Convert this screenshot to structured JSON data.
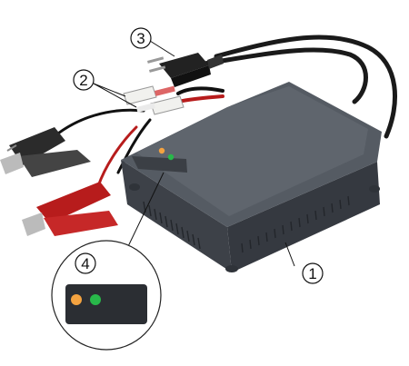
{
  "callouts": {
    "charger": "1",
    "connector": "2",
    "mains_plug": "3",
    "leds": "4"
  },
  "components": {
    "charger_body": "charger-housing",
    "mains_plug": "mains-plug-icon",
    "connector": "connector-icon",
    "clamp_black": "battery-clamp-black",
    "clamp_red": "battery-clamp-red",
    "led_panel": "led-indicator-panel"
  },
  "colors": {
    "housing": "#4a4f57",
    "housing_top": "#5a6068",
    "housing_dark": "#2f3339",
    "cable": "#1a1a1a",
    "red_clamp": "#c62828",
    "led_orange": "#f4a340",
    "led_green": "#28b84a",
    "inset_panel": "#2b2e33"
  },
  "indicator_leds": [
    {
      "name": "status-led-orange",
      "color": "#f4a340"
    },
    {
      "name": "status-led-green",
      "color": "#28b84a"
    }
  ]
}
